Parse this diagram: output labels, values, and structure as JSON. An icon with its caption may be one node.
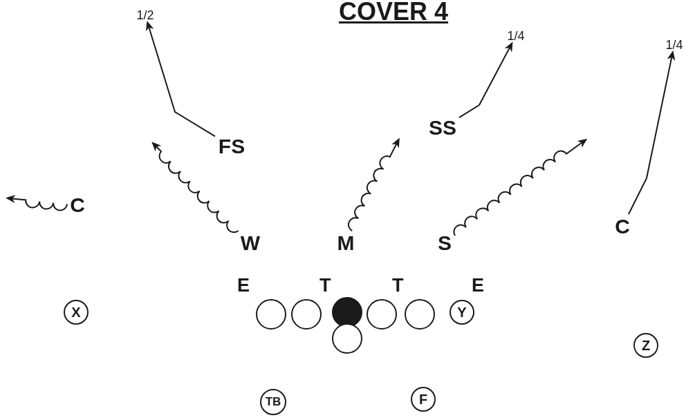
{
  "diagram": {
    "title": "COVER 4",
    "nodes": [
      {
        "text": [
          "FS"
        ]
      },
      {
        "text": [
          "SS"
        ]
      },
      {
        "text": [
          "C"
        ]
      },
      {
        "text": [
          "W"
        ]
      },
      {
        "text": [
          "M"
        ]
      },
      {
        "text": [
          "S"
        ]
      },
      {
        "text": [
          "C"
        ]
      },
      {
        "text": [
          "X"
        ]
      },
      {
        "text": [],
        "shape": "circle"
      },
      {
        "text": [],
        "shape": "circle"
      },
      {
        "text": [],
        "shape": "circle"
      },
      {
        "text": [],
        "shape": "circle"
      },
      {
        "text": [],
        "shape": "circle"
      },
      {
        "text": [
          "Y"
        ]
      },
      {
        "text": [],
        "shape": "circle"
      },
      {
        "text": [
          "Z"
        ]
      },
      {
        "text": [
          "TB"
        ]
      },
      {
        "text": [
          "F"
        ]
      },
      {
        "text": [
          "1/2"
        ]
      },
      {
        "text": [
          "1/4"
        ]
      },
      {
        "text": [
          "1/4"
        ]
      }
    ],
    "edges": [
      {
        "from": 0,
        "to": 18,
        "arrow": "to"
      },
      {
        "from": 1,
        "to": 19,
        "arrow": "to"
      },
      {
        "from": 2,
        "to": null,
        "arrow": "to"
      },
      {
        "from": 3,
        "to": null,
        "arrow": "to"
      },
      {
        "from": 4,
        "to": null,
        "arrow": "to"
      },
      {
        "from": 5,
        "to": null,
        "arrow": "to"
      },
      {
        "from": 6,
        "to": 20,
        "arrow": "to"
      }
    ],
    "labels": [
      "E",
      "T",
      "T",
      "E"
    ]
  }
}
